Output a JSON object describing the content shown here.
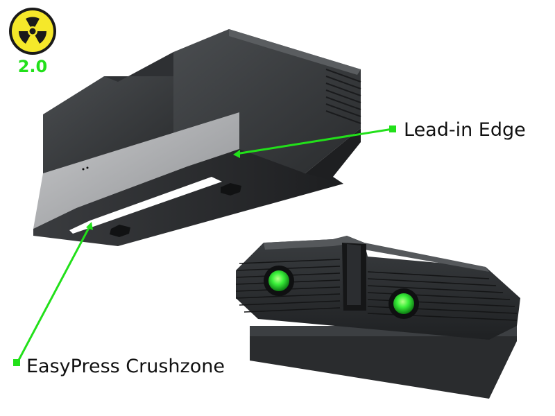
{
  "badge": {
    "icon": "radiation-icon",
    "version": "2.0"
  },
  "callouts": {
    "lead_in": "Lead-in Edge",
    "crushzone": "EasyPress Crushzone"
  },
  "colors": {
    "accent_green": "#22e01a",
    "badge_yellow": "#f5e82a",
    "sight_body": "#2b2d2f",
    "sight_face_light": "#a9abad",
    "fiber_dot": "#3af03a"
  }
}
